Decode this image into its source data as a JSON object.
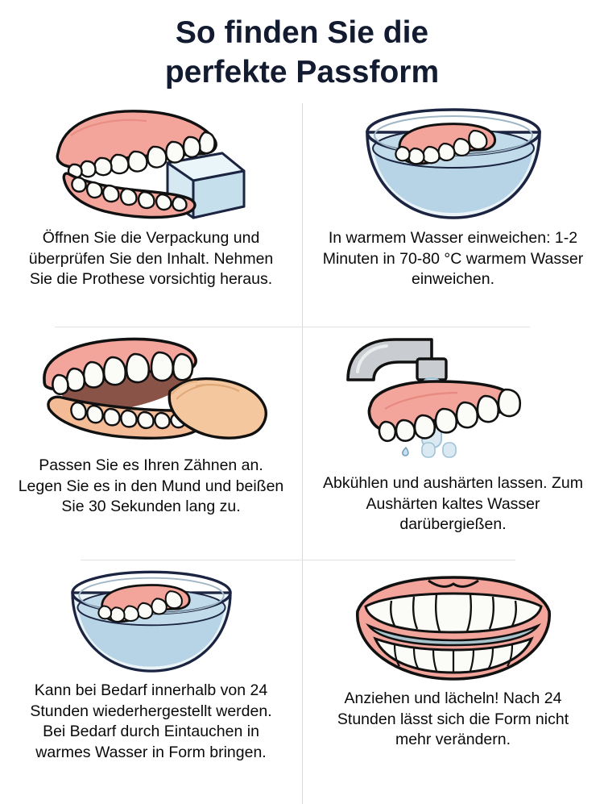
{
  "title": {
    "line1": "So finden Sie die",
    "line2": "perfekte Passform",
    "color": "#121b30"
  },
  "palette": {
    "background": "#ffffff",
    "title_navy": "#121b30",
    "body_text": "#0a0a0a",
    "gum_pink": "#f3a59c",
    "gum_pink_dark": "#e8897f",
    "tooth_white": "#fbfbf7",
    "tooth_shadow": "#e9e9e2",
    "water_blue": "#b7d4e6",
    "glass_blue": "#dbeaf2",
    "package_blue": "#cde4ef",
    "outline_black": "#111111",
    "outline_navy": "#1b2440",
    "skin_tone": "#f3c49a",
    "faucet_gray": "#c9ccd0",
    "mouth_inner": "#8a5348",
    "divider_gray": "#dcdcdf"
  },
  "steps": [
    {
      "index": 1,
      "art": "dentures-with-package",
      "caption": "Öffnen Sie die Verpackung und überprüfen Sie den Inhalt. Nehmen Sie die Prothese vorsichtig heraus."
    },
    {
      "index": 2,
      "art": "denture-soaking-in-bowl",
      "caption": "In warmem Wasser einweichen: 1-2 Minuten in 70-80 °C warmem Wasser einweichen."
    },
    {
      "index": 3,
      "art": "finger-fitting-denture-in-mouth",
      "caption": "Passen Sie es Ihren Zähnen an. Legen Sie es in den Mund und beißen Sie 30 Sekunden lang zu."
    },
    {
      "index": 4,
      "art": "faucet-rinsing-denture",
      "caption": "Abkühlen und aushärten lassen. Zum Aushärten kaltes Wasser darübergießen."
    },
    {
      "index": 5,
      "art": "denture-soaking-in-bowl",
      "caption": "Kann bei Bedarf innerhalb von 24 Stunden wiederhergestellt werden. Bei Bedarf durch Eintauchen in warmes Wasser in Form bringen."
    },
    {
      "index": 6,
      "art": "smiling-teeth",
      "caption": "Anziehen und lächeln! Nach 24 Stunden lässt sich die Form nicht mehr verändern."
    }
  ]
}
